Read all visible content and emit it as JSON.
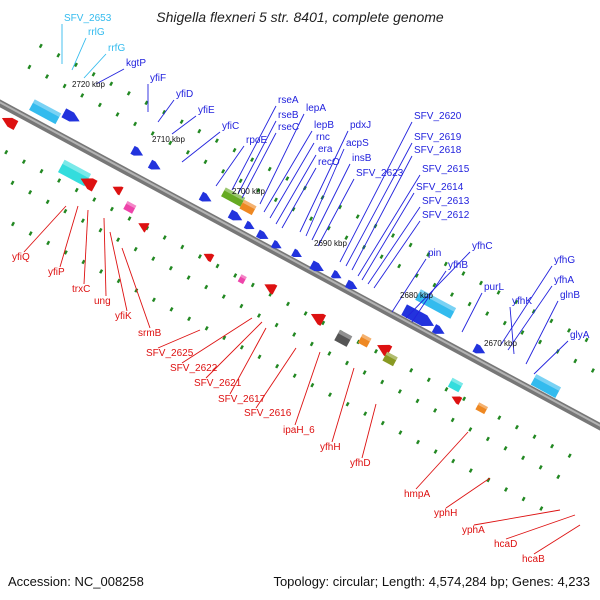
{
  "title": "Shigella flexneri 5 str. 8401, complete genome",
  "footer": {
    "accession": "Accession: NC_008258",
    "topology": "Topology: circular; Length: 4,574,284 bp; Genes: 4,233"
  },
  "colors": {
    "backbone": "#8c8c8c",
    "upper_forward_labels": "#2222dd",
    "upper_rna_labels": "#33bbee",
    "lower_labels": "#dd1111",
    "ticks": "#228822"
  },
  "scale_marks": [
    "2720 kbp",
    "2710 kbp",
    "2700 kbp",
    "2690 kbp",
    "2680 kbp",
    "2670 kbp"
  ],
  "upper_labels": [
    {
      "text": "SFV_2653",
      "kind": "rna"
    },
    {
      "text": "rrlG",
      "kind": "rna"
    },
    {
      "text": "rrfG",
      "kind": "rna"
    },
    {
      "text": "kgtP",
      "kind": "gene"
    },
    {
      "text": "yfiF",
      "kind": "gene"
    },
    {
      "text": "yfiD",
      "kind": "gene"
    },
    {
      "text": "yfiE",
      "kind": "gene"
    },
    {
      "text": "yfiC",
      "kind": "gene"
    },
    {
      "text": "rpoE",
      "kind": "gene"
    },
    {
      "text": "rseA",
      "kind": "gene"
    },
    {
      "text": "rseB",
      "kind": "gene"
    },
    {
      "text": "rseC",
      "kind": "gene"
    },
    {
      "text": "lepA",
      "kind": "gene"
    },
    {
      "text": "lepB",
      "kind": "gene"
    },
    {
      "text": "rnc",
      "kind": "gene"
    },
    {
      "text": "era",
      "kind": "gene"
    },
    {
      "text": "recO",
      "kind": "gene"
    },
    {
      "text": "pdxJ",
      "kind": "gene"
    },
    {
      "text": "acpS",
      "kind": "gene"
    },
    {
      "text": "insB",
      "kind": "gene"
    },
    {
      "text": "SFV_2623",
      "kind": "gene"
    },
    {
      "text": "SFV_2620",
      "kind": "gene"
    },
    {
      "text": "SFV_2619",
      "kind": "gene"
    },
    {
      "text": "SFV_2618",
      "kind": "gene"
    },
    {
      "text": "SFV_2615",
      "kind": "gene"
    },
    {
      "text": "SFV_2614",
      "kind": "gene"
    },
    {
      "text": "SFV_2613",
      "kind": "gene"
    },
    {
      "text": "SFV_2612",
      "kind": "gene"
    },
    {
      "text": "pin",
      "kind": "gene"
    },
    {
      "text": "yfhC",
      "kind": "gene"
    },
    {
      "text": "yfhB",
      "kind": "gene"
    },
    {
      "text": "purL",
      "kind": "gene"
    },
    {
      "text": "yfhG",
      "kind": "gene"
    },
    {
      "text": "yfhA",
      "kind": "gene"
    },
    {
      "text": "yfhK",
      "kind": "gene"
    },
    {
      "text": "glnB",
      "kind": "gene"
    },
    {
      "text": "glyA",
      "kind": "gene"
    }
  ],
  "lower_labels": [
    {
      "text": "yfiQ"
    },
    {
      "text": "yfiP"
    },
    {
      "text": "trxC"
    },
    {
      "text": "ung"
    },
    {
      "text": "yfiK"
    },
    {
      "text": "srmB"
    },
    {
      "text": "SFV_2625"
    },
    {
      "text": "SFV_2622"
    },
    {
      "text": "SFV_2621"
    },
    {
      "text": "SFV_2617"
    },
    {
      "text": "SFV_2616"
    },
    {
      "text": "ipaH_6"
    },
    {
      "text": "yfhH"
    },
    {
      "text": "yfhD"
    },
    {
      "text": "hmpA"
    },
    {
      "text": "yphH"
    },
    {
      "text": "yphA"
    },
    {
      "text": "hcaD"
    },
    {
      "text": "hcaB"
    }
  ]
}
